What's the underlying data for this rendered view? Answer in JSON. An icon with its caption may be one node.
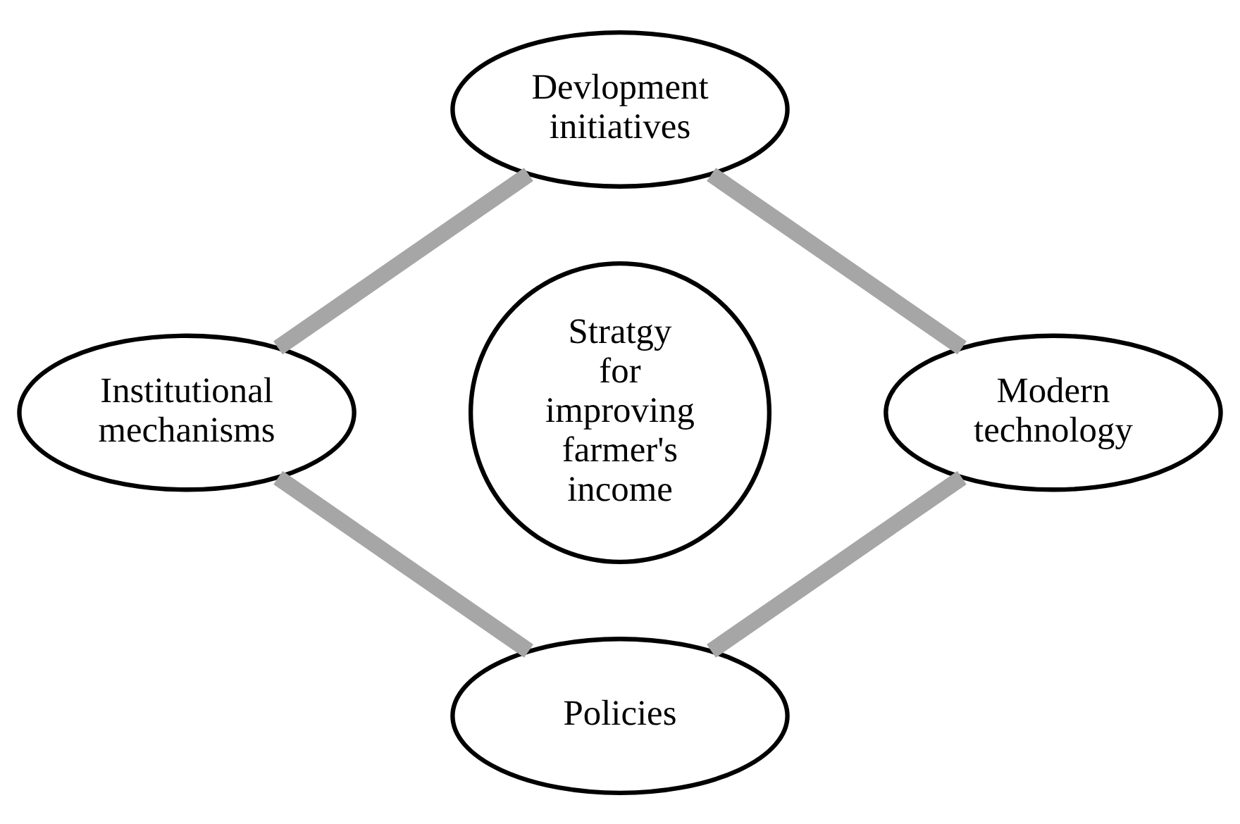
{
  "diagram": {
    "nodes": [
      {
        "text": [
          "Devlopment initiatives"
        ]
      },
      {
        "text": [
          "Institutional mechanisms"
        ]
      },
      {
        "text": [
          "Stratgy for improving farmer's income"
        ]
      },
      {
        "text": [
          "Modern technology"
        ]
      },
      {
        "text": [
          "Policies"
        ]
      }
    ],
    "edges": [
      {
        "from": 0,
        "to": 3,
        "arrow": "none"
      },
      {
        "from": 3,
        "to": 4,
        "arrow": "none"
      },
      {
        "from": 4,
        "to": 1,
        "arrow": "none"
      },
      {
        "from": 1,
        "to": 0,
        "arrow": "none"
      }
    ]
  }
}
